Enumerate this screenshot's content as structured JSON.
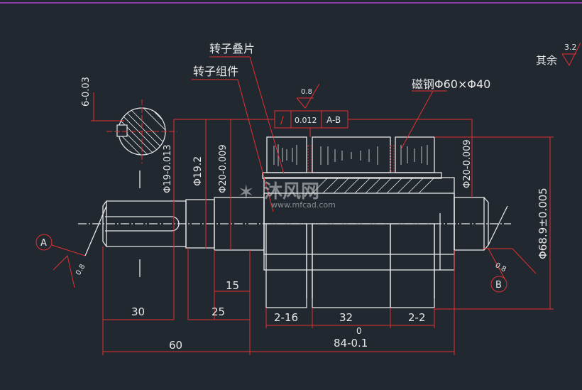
{
  "surface_note": {
    "label": "其余",
    "value": "3.2"
  },
  "labels": {
    "rotor_lamination": "转子叠片",
    "rotor_assembly": "转子组件",
    "magnet": "磁钢Φ60×Φ40"
  },
  "roughness": {
    "top": "0.8",
    "left": "0.8",
    "right": "0.8"
  },
  "tolerance_frame": {
    "symbol": "/",
    "value": "0.012",
    "datum": "A-B"
  },
  "datums": {
    "a": "A",
    "b": "B"
  },
  "dims": {
    "keyway_depth": "6-0.03",
    "d19": "Φ19-0.013",
    "d19_2": "Φ19.2",
    "d20_left": "Φ20-0.009",
    "d20_right": "Φ20-0.009",
    "d68": "Φ68.9±0.005",
    "len15": "15",
    "len30": "30",
    "len25": "25",
    "len60": "60",
    "len2_16": "2-16",
    "len32": "32",
    "len2_2": "2-2",
    "len84_top": "0",
    "len84": "84-0.1"
  },
  "watermark": {
    "brand": "沐风网",
    "url": "www.mfcad.com"
  }
}
